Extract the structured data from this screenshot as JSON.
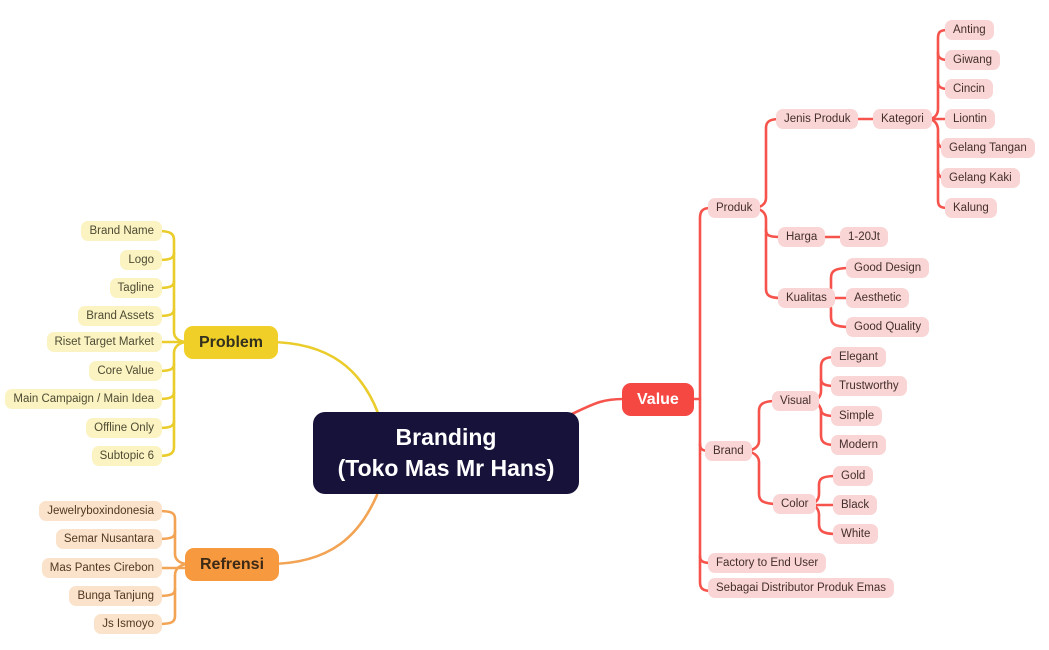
{
  "root": {
    "label": "Branding\n(Toko Mas Mr Hans)"
  },
  "branches": {
    "problem": {
      "label": "Problem",
      "children": [
        "Brand Name",
        "Logo",
        "Tagline",
        "Brand Assets",
        "Riset Target Market",
        "Core Value",
        "Main Campaign / Main Idea",
        "Offline Only",
        "Subtopic 6"
      ]
    },
    "refrensi": {
      "label": "Refrensi",
      "children": [
        "Jewelryboxindonesia",
        "Semar Nusantara",
        "Mas Pantes Cirebon",
        "Bunga Tanjung",
        "Js Ismoyo"
      ]
    },
    "value": {
      "label": "Value",
      "produk": {
        "label": "Produk",
        "jenis_produk": {
          "label": "Jenis Produk",
          "kategori": {
            "label": "Kategori",
            "children": [
              "Anting",
              "Giwang",
              "Cincin",
              "Liontin",
              "Gelang Tangan",
              "Gelang Kaki",
              "Kalung"
            ]
          }
        },
        "harga": {
          "label": "Harga",
          "children": [
            "1-20Jt"
          ]
        },
        "kualitas": {
          "label": "Kualitas",
          "children": [
            "Good Design",
            "Aesthetic",
            "Good Quality"
          ]
        }
      },
      "brand": {
        "label": "Brand",
        "visual": {
          "label": "Visual",
          "children": [
            "Elegant",
            "Trustworthy",
            "Simple",
            "Modern"
          ]
        },
        "color": {
          "label": "Color",
          "children": [
            "Gold",
            "Black",
            "White"
          ]
        }
      },
      "others": [
        "Factory to End User",
        "Sebagai Distributor Produk Emas"
      ]
    }
  },
  "colors": {
    "background": "#FFFFFF",
    "root_bg": "#161239",
    "root_text": "#FFFFFF",
    "problem_node": "#F0D028",
    "problem_node_text": "#33301E",
    "problem_leaf": "#FBF3C2",
    "problem_leaf_text": "#4E4B33",
    "problem_line": "#EACC2B",
    "refrensi_node": "#F6993F",
    "refrensi_node_text": "#3C2A16",
    "refrensi_leaf": "#FBE3CB",
    "refrensi_leaf_text": "#4F3823",
    "refrensi_line": "#F2A353",
    "value_node": "#F64843",
    "value_node_text": "#FFFFFF",
    "value_leaf": "#FAD5D5",
    "value_leaf_text": "#432F2D",
    "value_line": "#F5534B"
  }
}
